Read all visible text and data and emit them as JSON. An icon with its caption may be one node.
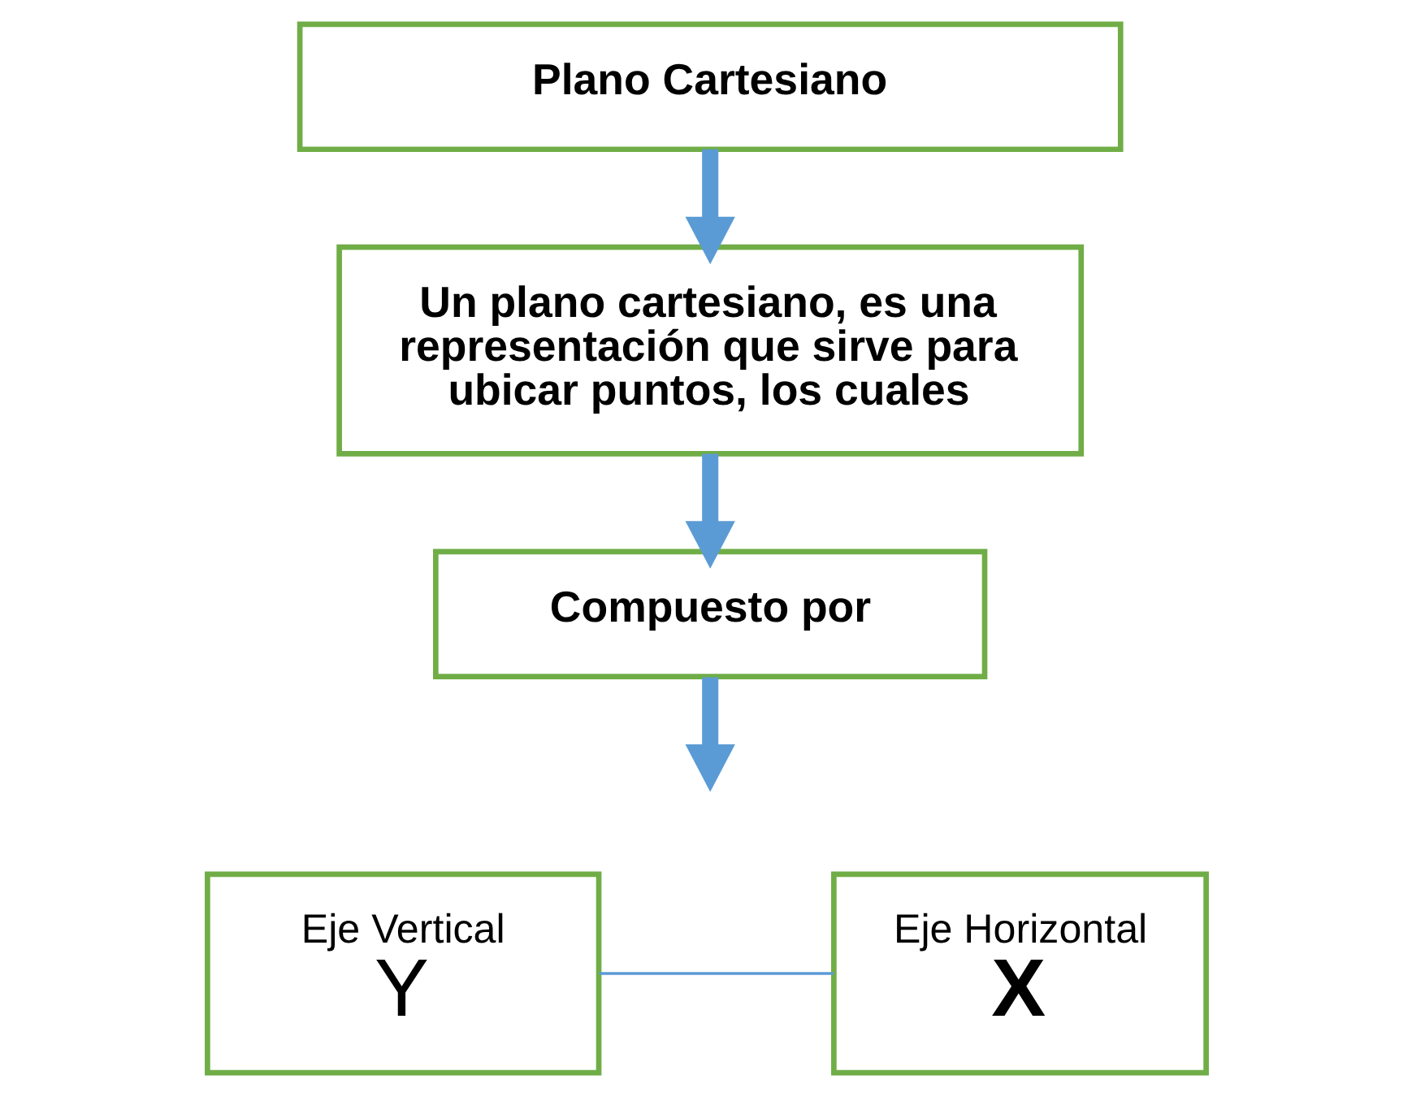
{
  "diagram": {
    "nodes": [
      {
        "text": [
          "Plano Cartesiano"
        ]
      },
      {
        "text": [
          "Un plano cartesiano, es una representación que sirve para ubicar puntos, los cuales"
        ]
      },
      {
        "text": [
          "Compuesto por"
        ]
      },
      {
        "text": [
          "Eje Vertical",
          "Y"
        ]
      },
      {
        "text": [
          "Eje Horizontal",
          "X"
        ]
      }
    ],
    "edges": [
      {
        "from": 0,
        "to": 1,
        "arrow": "to"
      },
      {
        "from": 1,
        "to": 2,
        "arrow": "to"
      },
      {
        "from": 2,
        "to": null,
        "arrow": "to"
      },
      {
        "from": 3,
        "to": 4,
        "arrow": "none"
      }
    ]
  }
}
